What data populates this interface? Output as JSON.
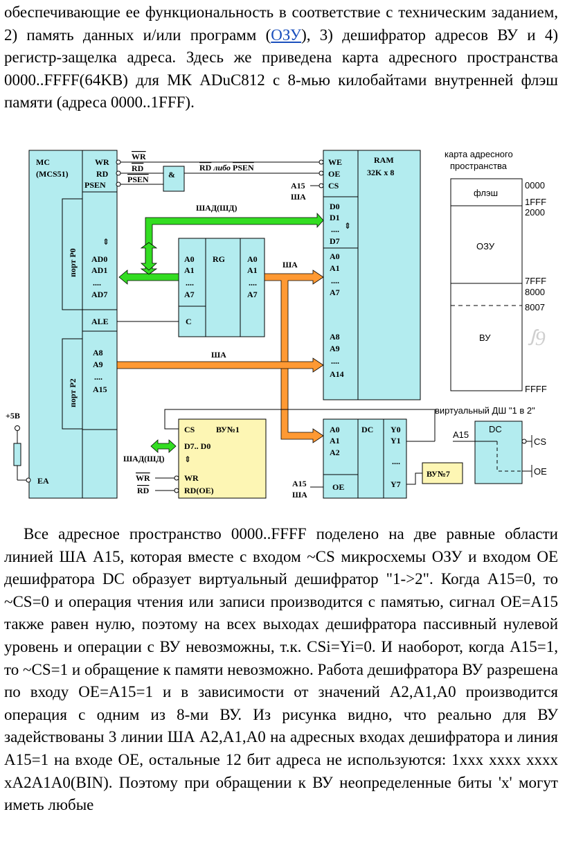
{
  "paragraph1": {
    "before_link": "обеспечивающие ее функциональность в соответствие с техническим заданием, 2) память данных и/или программ (",
    "link": "ОЗУ",
    "after_link": "), 3) дешифратор адресов ВУ и 4) регистр-защелка адреса. Здесь же приведена карта адресного пространства 0000..FFFF(64KB) для МК ADuC812 с 8-мью килобайтами внутренней флэш памяти (адреса 0000..1FFF)."
  },
  "diagram": {
    "mc": {
      "title1": "MC",
      "title2": "(MCS51)",
      "wr": "WR",
      "rd": "RD",
      "psen": "PSEN",
      "port0": "порт P0",
      "ad0": "AD0",
      "ad1": "AD1",
      "dots": "....",
      "ad7": "AD7",
      "ale": "ALE",
      "port2": "порт P2",
      "a8": "A8",
      "a9": "A9",
      "a15": "A15"
    },
    "signals": {
      "wr_bar": "WR",
      "rd_bar": "RD",
      "psen_bar": "PSEN",
      "and": "&",
      "rd_or": "RD",
      "libo": " либо ",
      "psen_or": "PSEN"
    },
    "ram": {
      "title": "RAM",
      "size": "32K x 8",
      "we": "WE",
      "oe": "OE",
      "cs": "CS",
      "a15": "A15",
      "sha": "ША",
      "d0": "D0",
      "d1": "D1",
      "dots": "....",
      "d7": "D7",
      "a0": "A0",
      "a1": "A1",
      "a7": "A7",
      "a8": "A8",
      "a9": "A9",
      "a14": "A14"
    },
    "buses": {
      "shad": "ШАД(ШД)",
      "sha1": "ША",
      "sha2": "ША"
    },
    "rg": {
      "title": "RG",
      "a0": "A0",
      "a1": "A1",
      "dots": "....",
      "a7": "A7",
      "c": "C"
    },
    "vu1": {
      "cs": "CS",
      "title": "ВУ№1",
      "d": "D7.. D0",
      "wr": "WR",
      "rd": "RD(OE)",
      "shad": "ШАД(ШД)",
      "wr_bar": "WR",
      "rd_bar": "RD"
    },
    "power": {
      "plus5": "+5B",
      "ea": "EA"
    },
    "dc": {
      "title": "DC",
      "a0": "A0",
      "a1": "A1",
      "a2": "A2",
      "oe": "OE",
      "y0": "Y0",
      "y1": "Y1",
      "dots": "....",
      "y7": "Y7",
      "a15": "A15",
      "sha": "ША",
      "vu7": "ВУ№7"
    },
    "map": {
      "title1": "карта адресного",
      "title2": "пространства",
      "flash": "флэш",
      "ozu": "ОЗУ",
      "vu": "ВУ",
      "addr": [
        "0000",
        "1FFF",
        "2000",
        "7FFF",
        "8000",
        "8007",
        "FFFF"
      ]
    },
    "virtual": {
      "title": "виртуальный ДШ \"1 в 2\"",
      "dc": "DC",
      "a15": "A15",
      "cs": "CS",
      "oe": "OE"
    }
  },
  "paragraph2": "Все адресное пространство 0000..FFFF поделено на две равные области линией ША A15, которая вместе с входом ~CS микросхемы ОЗУ и входом OE дешифратора DC образует виртуальный дешифратор \"1->2\". Когда A15=0, то ~CS=0 и операция чтения или записи производится с памятью, сигнал OE=A15 также равен нулю, поэтому на всех выходах дешифратора пассивный нулевой уровень и операции с ВУ невозможны, т.к. CSi=Yi=0. И наоборот, когда A15=1, то ~CS=1 и обращение к памяти невозможно. Работа дешифратора ВУ разрешена по входу OE=A15=1 и в зависимости от значений A2,A1,A0 производится операция с одним из 8-ми ВУ. Из рисунка видно, что реально для ВУ задействованы 3 линии ША A2,A1,A0 на адресных входах дешифратора и линия A15=1 на входе OE, остальные 12 бит адреса не используются: 1xxx xxxx xxxx xA2A1A0(BIN). Поэтому при обращении к ВУ неопределенные биты 'x' могут иметь любые",
  "colors": {
    "chip": "#b3ecef",
    "vu_chip": "#fdf6b4",
    "green_bus": "#33dd22",
    "orange_bus": "#ff9933"
  }
}
